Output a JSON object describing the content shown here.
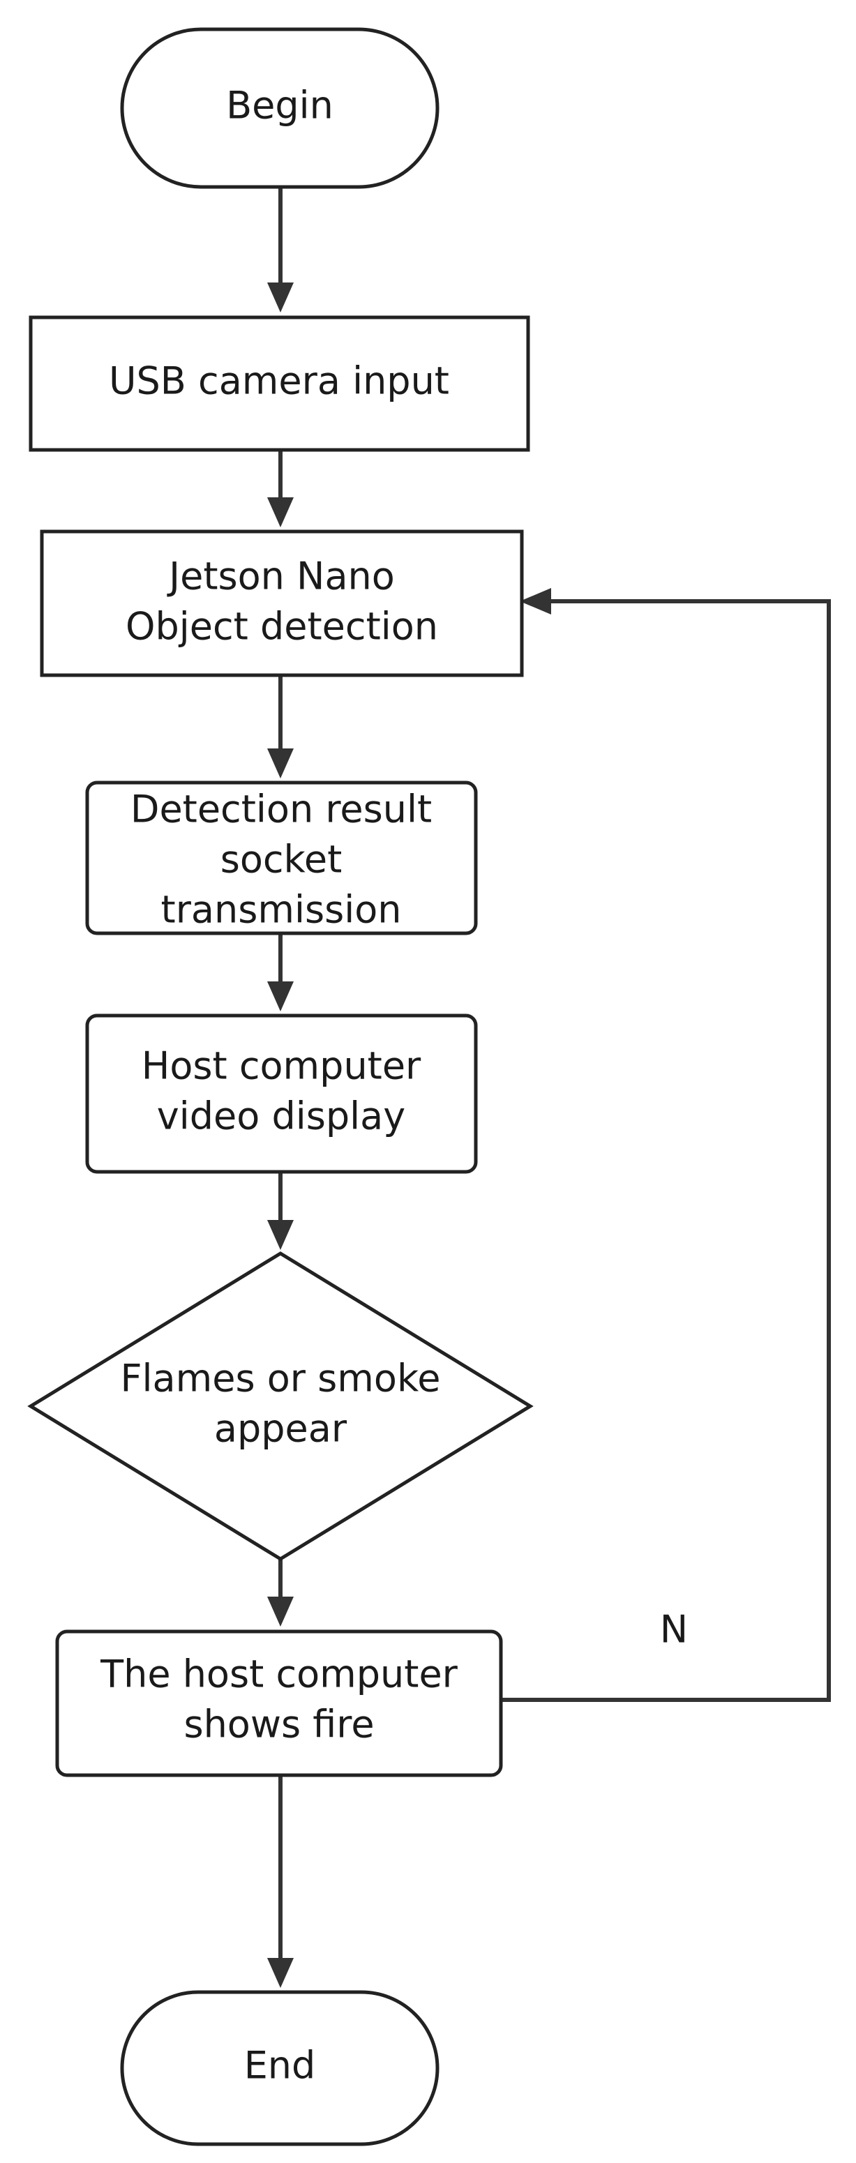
{
  "nodes": {
    "begin": "Begin",
    "camera": "USB camera input",
    "detect": [
      "Jetson Nano",
      "Object detection"
    ],
    "socket": [
      "Detection result",
      "socket",
      "transmission"
    ],
    "display": [
      "Host computer",
      "video display"
    ],
    "decision": [
      "Flames or smoke",
      "appear"
    ],
    "fire": [
      "The host computer",
      "shows fire"
    ],
    "end": "End"
  },
  "edges": {
    "no_branch_label": "N"
  }
}
